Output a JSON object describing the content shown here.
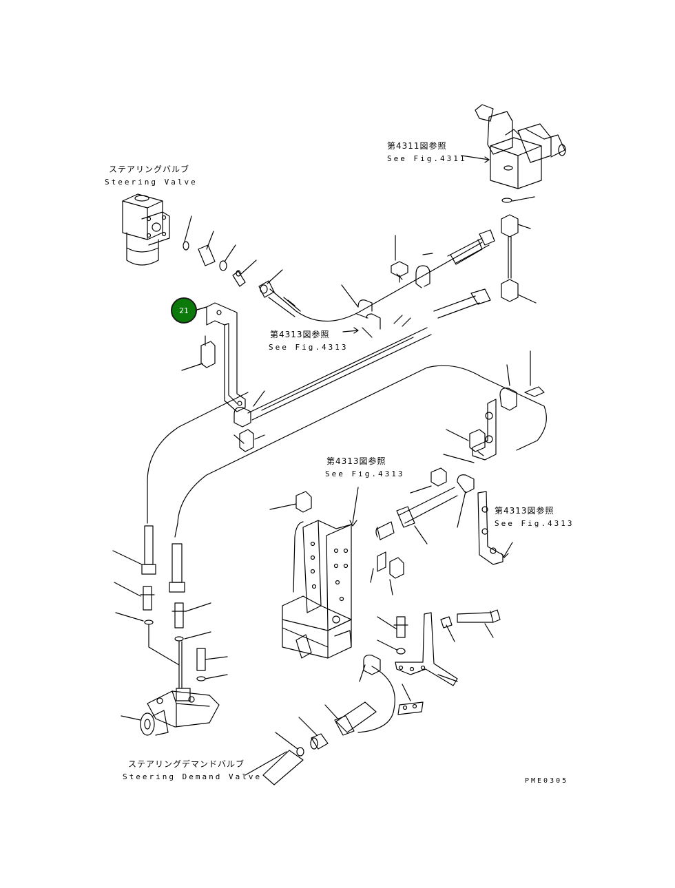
{
  "labels": {
    "steering_valve_jp": "ステアリングバルブ",
    "steering_valve_en": "Steering Valve",
    "fig4311_jp": "第4311図参照",
    "fig4311_en": "See Fig.4311",
    "fig4313_a_jp": "第4313図参照",
    "fig4313_a_en": "See Fig.4313",
    "fig4313_b_jp": "第4313図参照",
    "fig4313_b_en": "See Fig.4313",
    "fig4313_c_jp": "第4313図参照",
    "fig4313_c_en": "See Fig.4313",
    "demand_valve_jp": "ステアリングデマンドバルブ",
    "demand_valve_en": "Steering Demand Valve",
    "drawing_code": "PME0305"
  },
  "callout": {
    "number": "21",
    "color": "#0b7a0b"
  }
}
